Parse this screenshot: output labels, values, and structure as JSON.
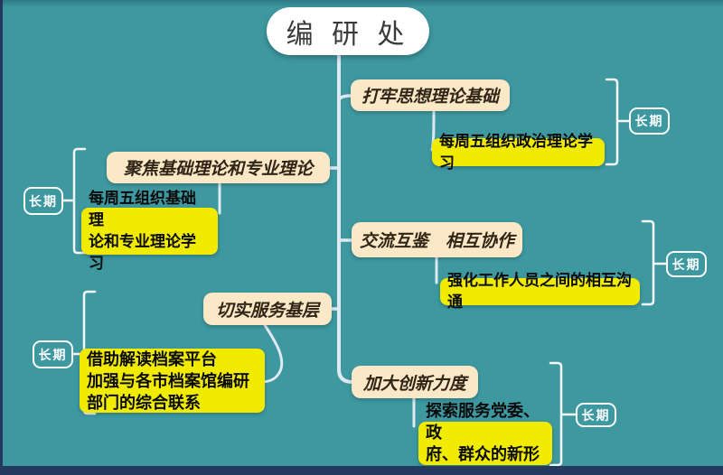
{
  "diagram": {
    "type": "mindmap",
    "root": {
      "label": "编 研 处"
    },
    "branches": [
      {
        "label": "打牢思想理论基础",
        "child": "每周五组织政治理论学习",
        "period": "长期",
        "side": "right"
      },
      {
        "label": "聚焦基础理论和专业理论",
        "child": "每周五组织基础理\n论和专业理论学习",
        "period": "长期",
        "side": "left"
      },
      {
        "label": "交流互鉴　相互协作",
        "child": "强化工作人员之间的相互沟通",
        "period": "长期",
        "side": "right"
      },
      {
        "label": "切实服务基层",
        "child": "借助解读档案平台\n加强与各市档案馆编研\n部门的综合联系",
        "period": "长期",
        "side": "left"
      },
      {
        "label": "加大创新力度",
        "child": "探索服务党委、政\n府、群众的新形式",
        "period": "长期",
        "side": "right"
      }
    ],
    "colors": {
      "background": "#3e98a0",
      "root_fill": "#ffffff",
      "branch_fill": "#fae8c6",
      "child_fill": "#f0eb00",
      "badge_stroke": "#fafcfd",
      "connector": "#dfe9f2",
      "footer_strip": "#24395e"
    }
  }
}
